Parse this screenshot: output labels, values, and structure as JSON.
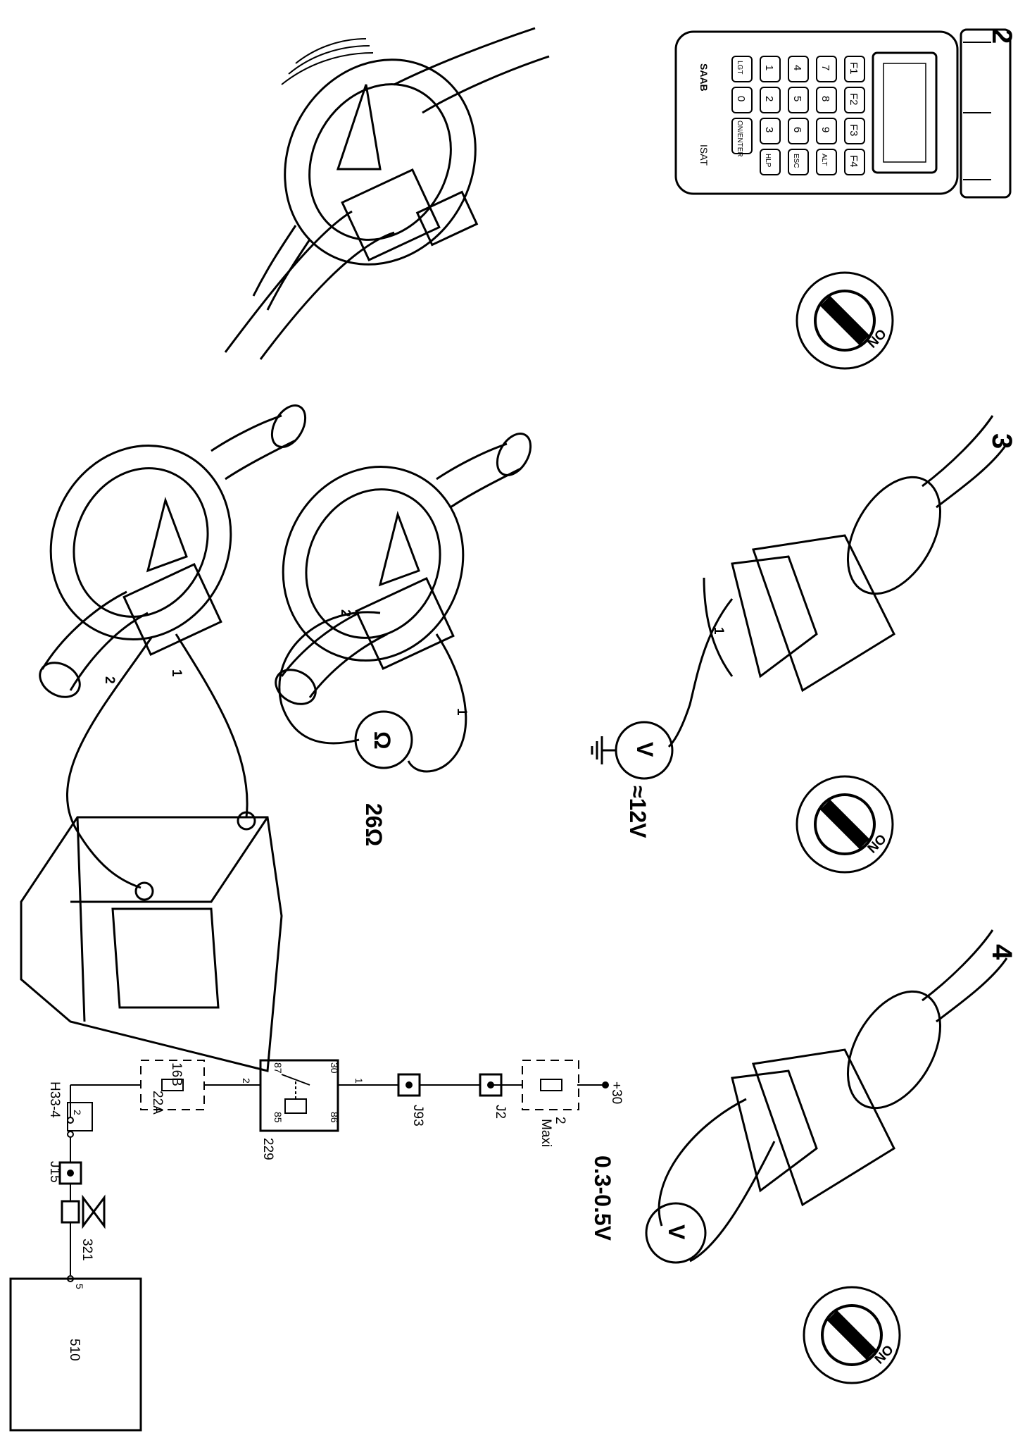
{
  "steps": {
    "step2": "2",
    "step3": "3",
    "step4": "4"
  },
  "isat": {
    "brand": "SAAB",
    "model": "ISAT",
    "keys_row1": [
      "F1",
      "F2",
      "F3",
      "F4"
    ],
    "keys_row2": [
      "7",
      "8",
      "9",
      "ALT"
    ],
    "keys_row3": [
      "4",
      "5",
      "6",
      "ESC"
    ],
    "keys_row4": [
      "1",
      "2",
      "3",
      "HLP"
    ],
    "keys_row5": [
      "LGT",
      "0",
      "ON/ENTER"
    ]
  },
  "ignition": {
    "state_label": "NO"
  },
  "measurements": {
    "voltage_symbol": "V",
    "ohm_symbol": "Ω",
    "resistance_value": "26Ω",
    "supply_voltage": "≈12V",
    "low_voltage": "0.3-0.5V",
    "pin_1": "1",
    "pin_2": "2"
  },
  "circuit": {
    "supply": "+30",
    "fuse_maxi_num": "2",
    "fuse_maxi_label": "Maxi",
    "conn_j2": "J2",
    "conn_j93": "J93",
    "wire_1": "1",
    "relay_num": "229",
    "relay_pins": [
      "30",
      "86",
      "87",
      "85"
    ],
    "wire_2": "2",
    "fuse_16b": "16B",
    "fuse_22a": "22A",
    "conn_h33": "H33-4",
    "h33_pin": "2",
    "conn_j15": "J15",
    "valve_num": "321",
    "ecu_pin": "5",
    "ecu_num": "510"
  }
}
